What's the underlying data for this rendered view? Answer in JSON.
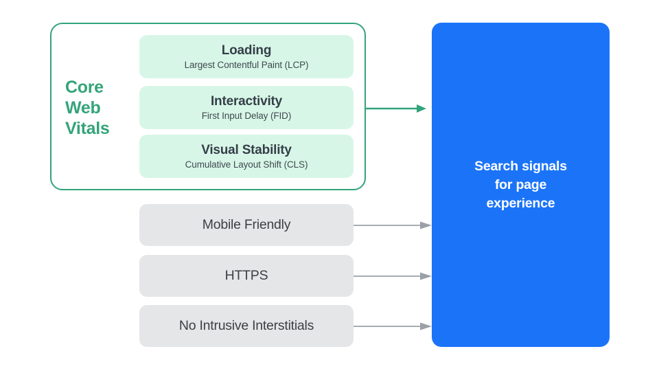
{
  "diagram": {
    "title": "Search signals for page experience",
    "colors": {
      "green_accent": "#34A47A",
      "green_border": "#32A37A",
      "green_card_fill": "#D8F6E7",
      "gray_card_fill": "#E5E6E8",
      "blue_panel": "#1B74F8",
      "dark_text": "#3C4043",
      "gray_arrow": "#9AA0A6",
      "background": "#FFFFFF"
    }
  },
  "core_web_vitals": {
    "group_label": "Core\nWeb\nVitals",
    "group_label_lines": [
      "Core",
      "Web",
      "Vitals"
    ],
    "metrics": [
      {
        "title": "Loading",
        "subtitle": "Largest Contentful Paint (LCP)"
      },
      {
        "title": "Interactivity",
        "subtitle": "First Input Delay (FID)"
      },
      {
        "title": "Visual Stability",
        "subtitle": "Cumulative Layout Shift (CLS)"
      }
    ]
  },
  "other_signals": [
    {
      "label": "Mobile Friendly"
    },
    {
      "label": "HTTPS"
    },
    {
      "label": "No Intrusive Interstitials"
    }
  ],
  "destination": {
    "text": "Search signals\nfor page\nexperience"
  },
  "arrows": {
    "core_web_vitals_arrow": {
      "icon": "arrow-right-icon",
      "color": "#32A37A"
    },
    "mobile_friendly_arrow": {
      "icon": "arrow-right-icon",
      "color": "#9AA0A6"
    },
    "https_arrow": {
      "icon": "arrow-right-icon",
      "color": "#9AA0A6"
    },
    "interstitials_arrow": {
      "icon": "arrow-right-icon",
      "color": "#9AA0A6"
    }
  }
}
